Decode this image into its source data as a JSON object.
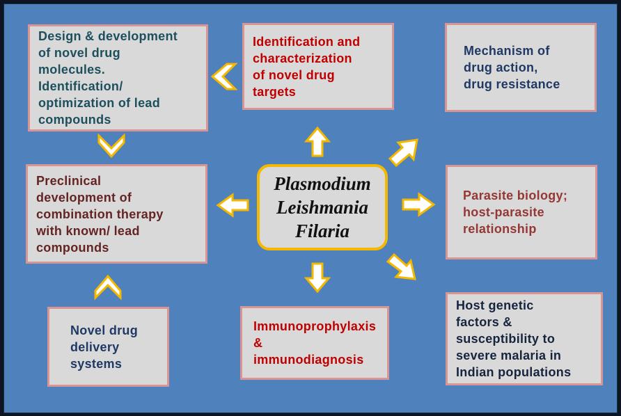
{
  "center": {
    "lines": [
      "Plasmodium",
      "Leishmania",
      "Filaria"
    ]
  },
  "boxes": {
    "design": {
      "lines": [
        "Design & development",
        "of novel drug",
        "molecules.",
        "Identification/",
        "optimization of lead",
        "compounds"
      ],
      "color": "#1d4f5c"
    },
    "targets": {
      "lines": [
        "Identification and",
        "characterization",
        "of novel drug",
        "targets"
      ],
      "color": "#c00000"
    },
    "mechanism": {
      "lines": [
        "Mechanism of",
        "drug action,",
        "drug resistance"
      ],
      "color": "#1f3864"
    },
    "preclinical": {
      "lines": [
        "Preclinical",
        "development of",
        "combination therapy",
        "with known/ lead",
        "compounds"
      ],
      "color": "#632423"
    },
    "parasite": {
      "lines": [
        "Parasite biology;",
        "host-parasite",
        "relationship"
      ],
      "color": "#953735"
    },
    "delivery": {
      "lines": [
        "Novel drug",
        "delivery",
        "systems"
      ],
      "color": "#1f3864"
    },
    "immuno": {
      "lines": [
        "Immunoprophylaxis",
        "&",
        "immunodiagnosis"
      ],
      "color": "#c00000"
    },
    "host": {
      "lines": [
        "Host genetic",
        "factors &",
        "susceptibility to",
        "severe malaria in",
        "Indian populations"
      ],
      "color": "#17243d"
    }
  },
  "colors": {
    "background": "#4f81bd",
    "box_fill": "#d9d9d9",
    "box_border": "#d99594",
    "arrow_outline": "#f5b800"
  }
}
